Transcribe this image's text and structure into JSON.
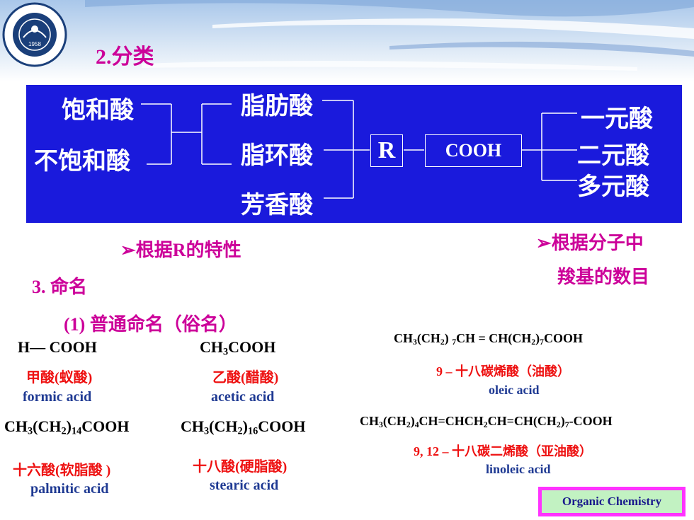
{
  "header": {
    "section_title": "2.分类"
  },
  "logo": {
    "year": "1958"
  },
  "diagram": {
    "left_items": [
      "饱和酸",
      "不饱和酸"
    ],
    "middle_items": [
      "脂肪酸",
      "脂环酸",
      "芳香酸"
    ],
    "r_box": "R",
    "cooh_box": "COOH",
    "right_items": [
      "一元酸",
      "二元酸",
      "多元酸"
    ]
  },
  "criteria": {
    "by_r": "根据R的特性",
    "by_count_line1": "根据分子中",
    "by_count_line2": "羧基的数目"
  },
  "naming": {
    "heading": "3. 命名",
    "subheading": "(1) 普通命名（俗名）"
  },
  "acids": [
    {
      "chinese": "甲酸(蚁酸)",
      "english": "formic acid"
    },
    {
      "chinese": "乙酸(醋酸)",
      "english": "acetic acid"
    },
    {
      "chinese": "十六酸(软脂酸 )",
      "english": "palmitic acid"
    },
    {
      "chinese": "十八酸(硬脂酸)",
      "english": "stearic acid"
    },
    {
      "chinese": "9 – 十八碳烯酸（油酸）",
      "english": "oleic  acid"
    },
    {
      "chinese": "9, 12 – 十八碳二烯酸（亚油酸）",
      "english": "linoleic acid"
    }
  ],
  "footer": {
    "label": "Organic Chemistry"
  },
  "colors": {
    "panel": "#1a1adc",
    "heading": "#cc0099",
    "chinese_name": "#ee1111",
    "english_name": "#1f3a93"
  }
}
